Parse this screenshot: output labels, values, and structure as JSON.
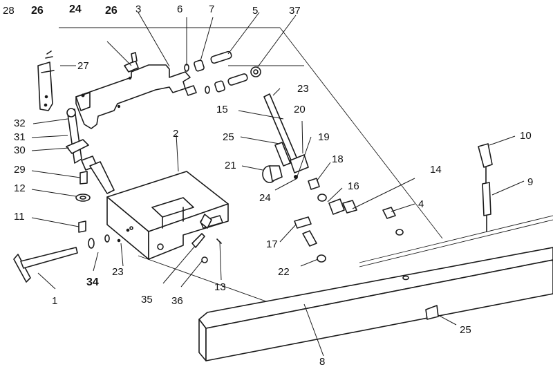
{
  "callouts": {
    "c1": "1",
    "c2": "2",
    "c3": "3",
    "c4": "4",
    "c5": "5",
    "c6": "6",
    "c7": "7",
    "c8": "8",
    "c9": "9",
    "c10": "10",
    "c11": "11",
    "c12": "12",
    "c13": "13",
    "c14": "14",
    "c15": "15",
    "c16": "16",
    "c17": "17",
    "c18": "18",
    "c19": "19",
    "c20": "20",
    "c21": "21",
    "c22": "22",
    "c23a": "23",
    "c23b": "23",
    "c24": "24",
    "c24top": "24",
    "c25a": "25",
    "c25b": "25",
    "c26a": "26",
    "c26b": "26",
    "c27": "27",
    "c28": "28",
    "c29": "29",
    "c30": "30",
    "c31": "31",
    "c32": "32",
    "c34": "34",
    "c35": "35",
    "c36": "36",
    "c37": "37"
  }
}
